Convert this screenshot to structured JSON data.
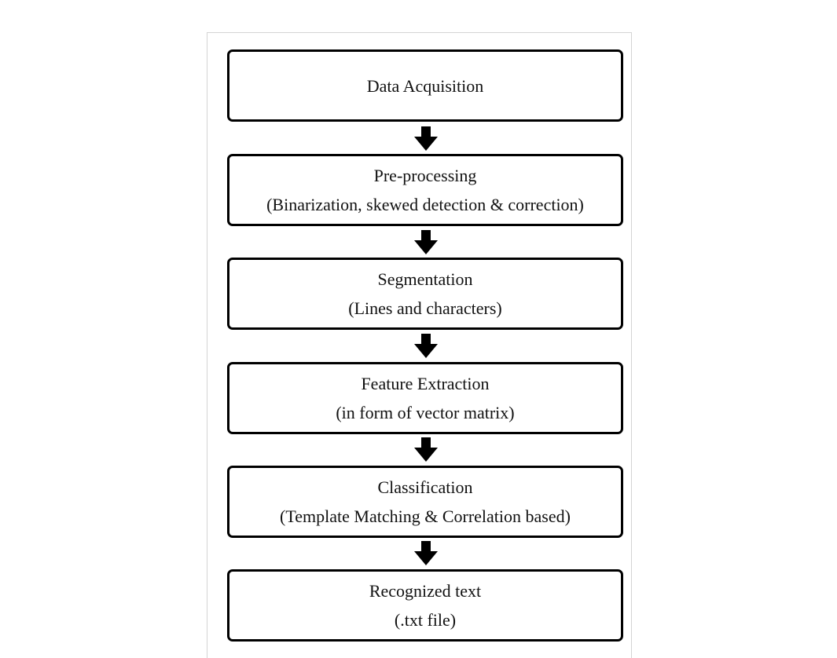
{
  "diagram": {
    "steps": [
      {
        "title": "Data Acquisition",
        "detail": ""
      },
      {
        "title": "Pre-processing",
        "detail": "(Binarization,  skewed detection & correction)"
      },
      {
        "title": "Segmentation",
        "detail": "(Lines  and characters)"
      },
      {
        "title": "Feature Extraction",
        "detail": "(in form of vector matrix)"
      },
      {
        "title": "Classification",
        "detail": "(Template Matching & Correlation based)"
      },
      {
        "title": "Recognized  text",
        "detail": "(.txt file)"
      }
    ],
    "colors": {
      "box_border": "#000000",
      "arrow": "#000000",
      "text": "#111111",
      "frame_border": "#d4d4d4"
    },
    "arrow_icon": "down-arrow-icon"
  }
}
